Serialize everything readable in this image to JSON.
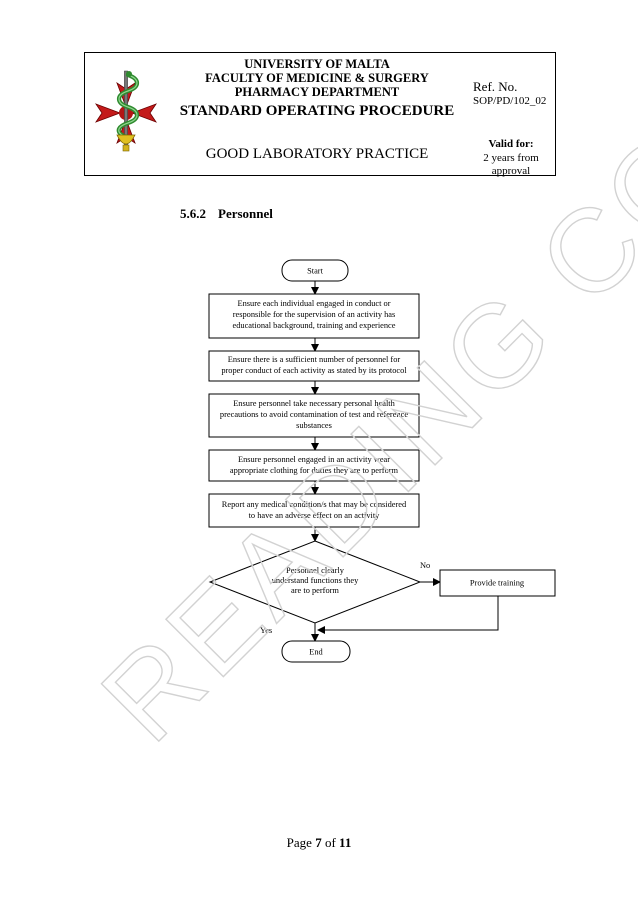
{
  "header": {
    "university_lines": [
      "UNIVERSITY OF MALTA",
      "FACULTY OF MEDICINE & SURGERY",
      "PHARMACY DEPARTMENT"
    ],
    "sop_title": "STANDARD OPERATING PROCEDURE",
    "ref_label": "Ref. No.",
    "ref_value": "SOP/PD/102_02",
    "document_title": "GOOD LABORATORY PRACTICE",
    "valid_label": "Valid for:",
    "valid_line1": "2 years from",
    "valid_line2": "approval"
  },
  "section": {
    "number": "5.6.2",
    "title": "Personnel"
  },
  "flowchart": {
    "start": "Start",
    "steps": [
      [
        "Ensure each individual engaged in conduct or",
        "responsible for the supervision of an activity has",
        "educational background, training and experience"
      ],
      [
        "Ensure there is a sufficient number of personnel for",
        "proper conduct of each activity as stated by its protocol"
      ],
      [
        "Ensure personnel take necessary personal health",
        "precautions to avoid contamination of test and reference",
        "substances"
      ],
      [
        "Ensure personnel engaged in an activity wear",
        "appropriate clothing for duties they are to perform"
      ],
      [
        "Report any medical condition/s that may be considered",
        "to have an adverse effect on an activity"
      ]
    ],
    "decision": [
      "Personnel clearly",
      "understand functions they",
      "are to perform"
    ],
    "no_label": "No",
    "yes_label": "Yes",
    "side_action": "Provide training",
    "end": "End"
  },
  "watermark": "READING COPY",
  "footer": {
    "prefix": "Page ",
    "current": "7",
    "middle": " of ",
    "total": "11"
  }
}
